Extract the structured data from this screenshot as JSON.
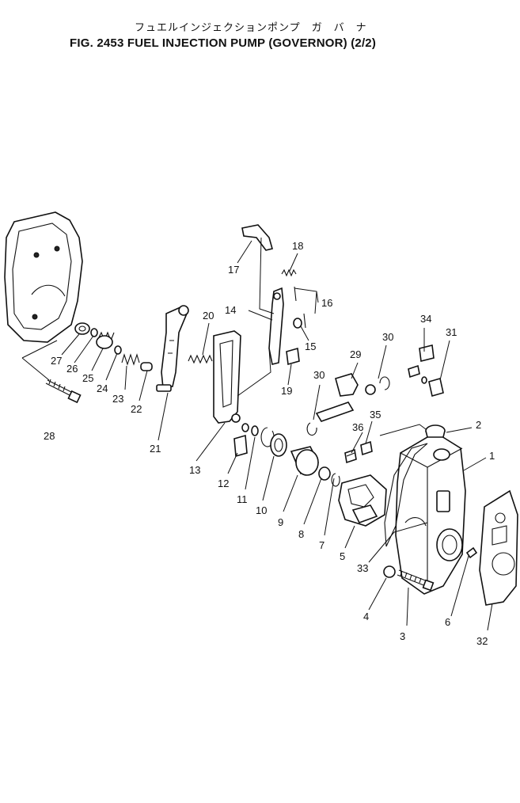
{
  "title_jp": "フュエルインジェクションポンプ　ガ　バ　ナ",
  "title": "FIG. 2453  FUEL INJECTION PUMP (GOVERNOR) (2/2)",
  "callouts": [
    {
      "id": "c1",
      "text": "1"
    },
    {
      "id": "c2",
      "text": "2"
    },
    {
      "id": "c3",
      "text": "3"
    },
    {
      "id": "c4",
      "text": "4"
    },
    {
      "id": "c5",
      "text": "5"
    },
    {
      "id": "c6",
      "text": "6"
    },
    {
      "id": "c7",
      "text": "7"
    },
    {
      "id": "c8",
      "text": "8"
    },
    {
      "id": "c9",
      "text": "9"
    },
    {
      "id": "c10",
      "text": "10"
    },
    {
      "id": "c11",
      "text": "11"
    },
    {
      "id": "c12",
      "text": "12"
    },
    {
      "id": "c13",
      "text": "13"
    },
    {
      "id": "c14",
      "text": "14"
    },
    {
      "id": "c15",
      "text": "15"
    },
    {
      "id": "c16",
      "text": "16"
    },
    {
      "id": "c17",
      "text": "17"
    },
    {
      "id": "c18",
      "text": "18"
    },
    {
      "id": "c19",
      "text": "19"
    },
    {
      "id": "c20",
      "text": "20"
    },
    {
      "id": "c21",
      "text": "21"
    },
    {
      "id": "c22",
      "text": "22"
    },
    {
      "id": "c23",
      "text": "23"
    },
    {
      "id": "c24",
      "text": "24"
    },
    {
      "id": "c25",
      "text": "25"
    },
    {
      "id": "c26",
      "text": "26"
    },
    {
      "id": "c27",
      "text": "27"
    },
    {
      "id": "c28",
      "text": "28"
    },
    {
      "id": "c29",
      "text": "29"
    },
    {
      "id": "c30a",
      "text": "30"
    },
    {
      "id": "c30b",
      "text": "30"
    },
    {
      "id": "c31",
      "text": "31"
    },
    {
      "id": "c32",
      "text": "32"
    },
    {
      "id": "c33",
      "text": "33"
    },
    {
      "id": "c34",
      "text": "34"
    },
    {
      "id": "c35",
      "text": "35"
    },
    {
      "id": "c36",
      "text": "36"
    }
  ]
}
